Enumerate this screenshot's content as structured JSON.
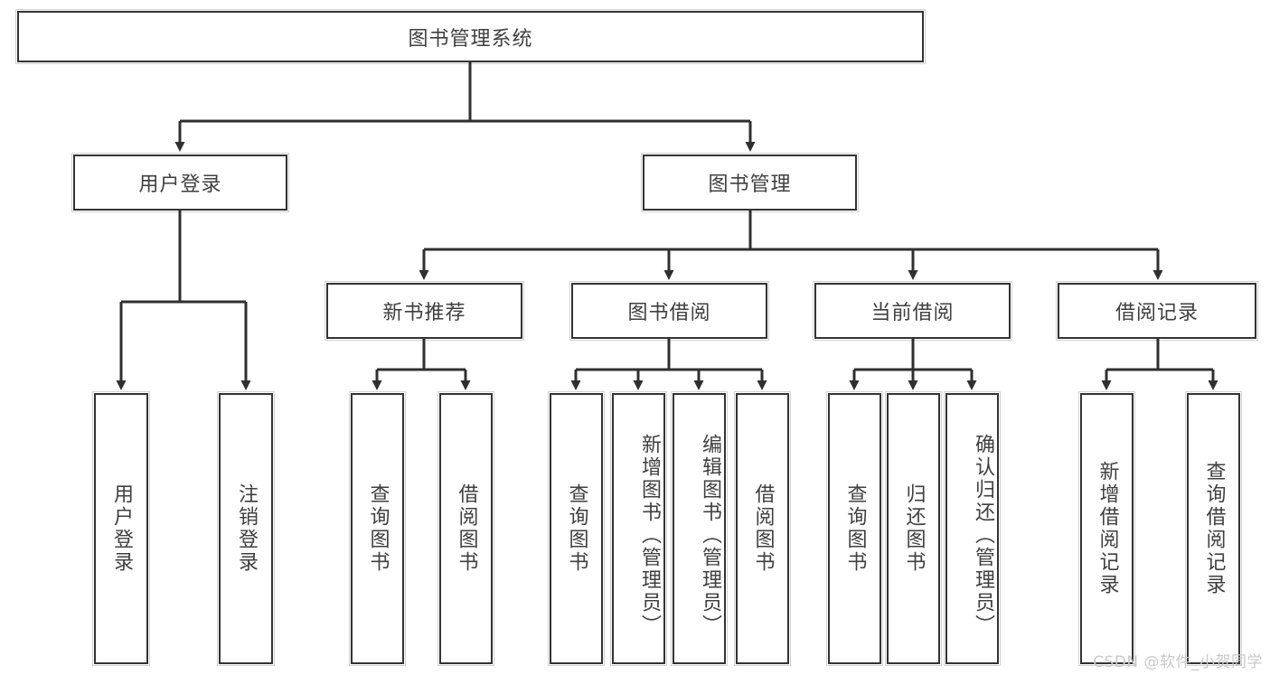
{
  "diagram": {
    "title": "图书管理系统",
    "type": "tree-hierarchy",
    "levels": 4,
    "root": {
      "label": "图书管理系统"
    },
    "level2": [
      {
        "label": "用户登录"
      },
      {
        "label": "图书管理"
      }
    ],
    "level3": [
      {
        "label": "新书推荐"
      },
      {
        "label": "图书借阅"
      },
      {
        "label": "当前借阅"
      },
      {
        "label": "借阅记录"
      }
    ],
    "leaves": {
      "user_login": [
        {
          "label": "用户登录"
        },
        {
          "label": "注销登录"
        }
      ],
      "new_book_recommend": [
        {
          "label": "查询图书"
        },
        {
          "label": "借阅图书"
        }
      ],
      "book_borrow": [
        {
          "label": "查询图书"
        },
        {
          "label": "新增图书（管理员）"
        },
        {
          "label": "编辑图书（管理员）"
        },
        {
          "label": "借阅图书"
        }
      ],
      "current_borrow": [
        {
          "label": "查询图书"
        },
        {
          "label": "归还图书"
        },
        {
          "label": "确认归还（管理员）"
        }
      ],
      "borrow_record": [
        {
          "label": "新增借阅记录"
        },
        {
          "label": "查询借阅记录"
        }
      ]
    }
  },
  "watermark": {
    "text": "CSDN @软件_小贺同学"
  },
  "colors": {
    "stroke": "#333333",
    "text": "#3f3f3f",
    "background": "#ffffff",
    "watermark": "#c9c9c9"
  }
}
